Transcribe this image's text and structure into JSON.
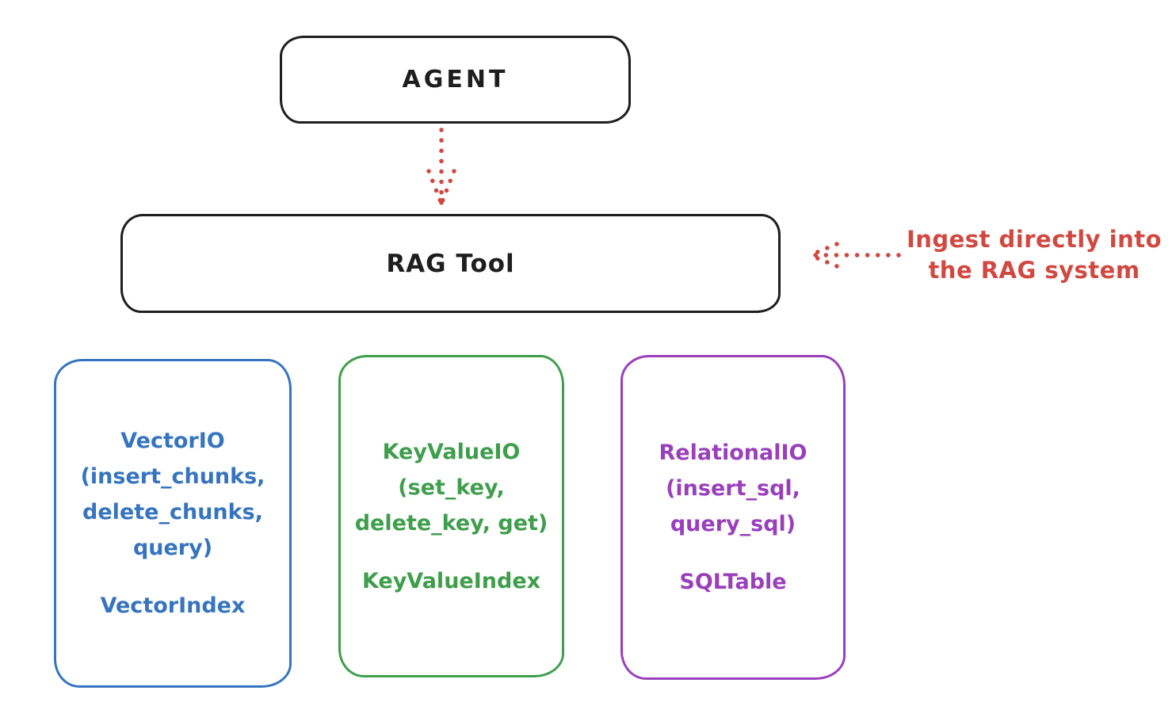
{
  "diagram": {
    "agent": {
      "label": "AGENT"
    },
    "rag_tool": {
      "label": "RAG Tool"
    },
    "annotation": {
      "line1": "Ingest directly into",
      "line2": "the RAG system"
    },
    "stores": [
      {
        "id": "vector-io",
        "title_lines": [
          "VectorIO",
          "(insert_chunks,",
          "delete_chunks,",
          "query)"
        ],
        "index_name": "VectorIndex",
        "color": "#3674bf"
      },
      {
        "id": "keyvalue-io",
        "title_lines": [
          "KeyValueIO",
          "(set_key,",
          "delete_key, get)"
        ],
        "index_name": "KeyValueIndex",
        "color": "#3f9e4c"
      },
      {
        "id": "relational-io",
        "title_lines": [
          "RelationalIO",
          "(insert_sql,",
          "query_sql)"
        ],
        "index_name": "SQLTable",
        "color": "#9a3fbc"
      }
    ],
    "colors": {
      "outline_black": "#1e1e1e",
      "accent_red": "#d14841",
      "vector_blue": "#3674bf",
      "keyvalue_green": "#3f9e4c",
      "relational_purple": "#9a3fbc",
      "background": "#ffffff"
    }
  }
}
